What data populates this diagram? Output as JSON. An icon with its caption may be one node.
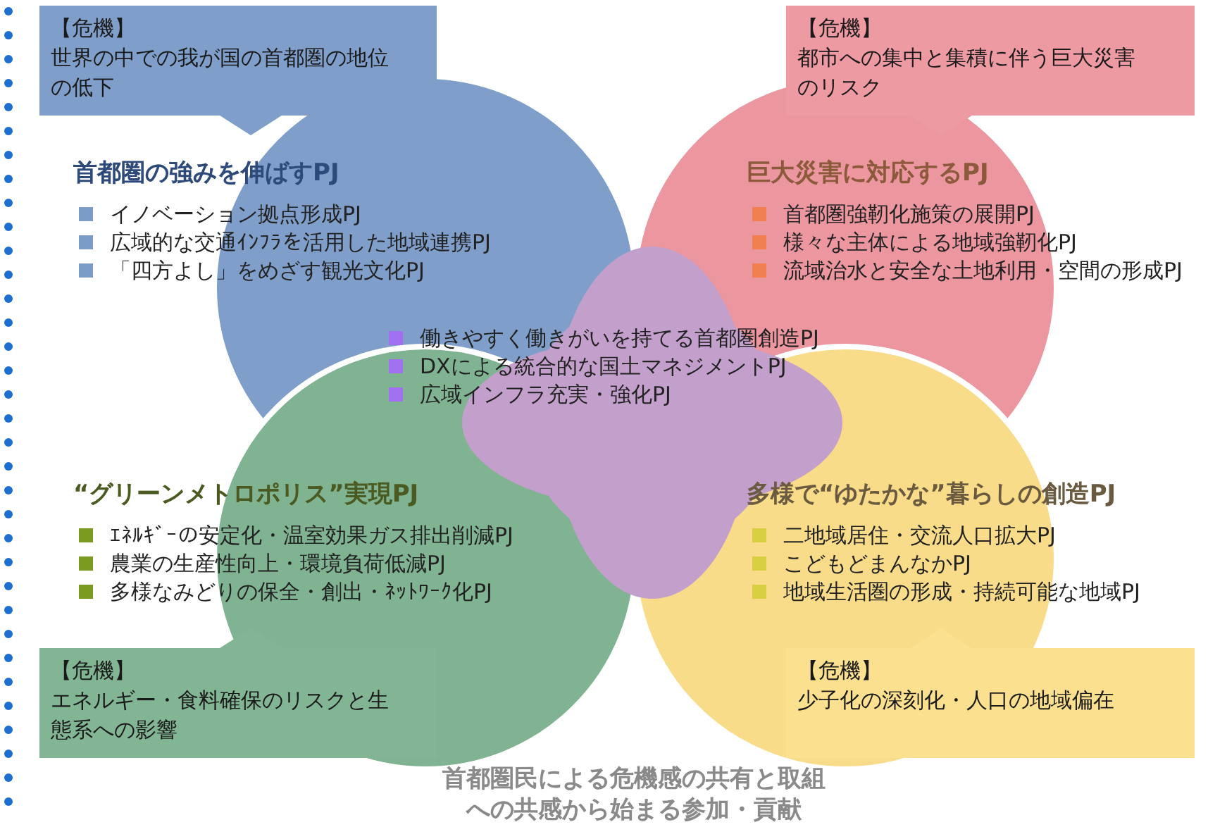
{
  "diagram": {
    "nodes": [
      {
        "text": [
          "【危機】",
          "世界の中での我が国の首都圏の地位の低下"
        ]
      },
      {
        "text": [
          "【危機】",
          "都市への集中と集積に伴う巨大災害のリスク"
        ]
      },
      {
        "text": [
          "首都圏の強みを伸ばすPJ",
          "イノベーション拠点形成PJ",
          "広域的な交通ｲﾝﾌﾗを活用した地域連携PJ",
          "「四方よし」をめざす観光文化PJ"
        ]
      },
      {
        "text": [
          "巨大災害に対応するPJ",
          "首都圏強靭化施策の展開PJ",
          "様々な主体による地域強靭化PJ",
          "流域治水と安全な土地利用・空間の形成PJ"
        ]
      },
      {
        "text": [
          "働きやすく働きがいを持てる首都圏創造PJ",
          "DXによる統合的な国土マネジメントPJ",
          "広域インフラ充実・強化PJ"
        ]
      },
      {
        "text": [
          "“グリーンメトロポリス”実現PJ",
          "ｴﾈﾙｷﾞｰの安定化・温室効果ガス排出削減PJ",
          "農業の生産性向上・環境負荷低減PJ",
          "多様なみどりの保全・創出・ﾈｯﾄﾜｰｸ化PJ"
        ]
      },
      {
        "text": [
          "多様で“ゆたかな”暮らしの創造PJ",
          "二地域居住・交流人口拡大PJ",
          "こどもどまんなかPJ",
          "地域生活圏の形成・持続可能な地域PJ"
        ]
      },
      {
        "text": [
          "【危機】",
          "エネルギー・食料確保のリスクと生態系への影響"
        ]
      },
      {
        "text": [
          "【危機】",
          "少子化の深刻化・人口の地域偏在"
        ]
      }
    ],
    "labels": [
      "首都圏民による危機感の共有と取組への共感から始まる参加・貢献"
    ]
  }
}
